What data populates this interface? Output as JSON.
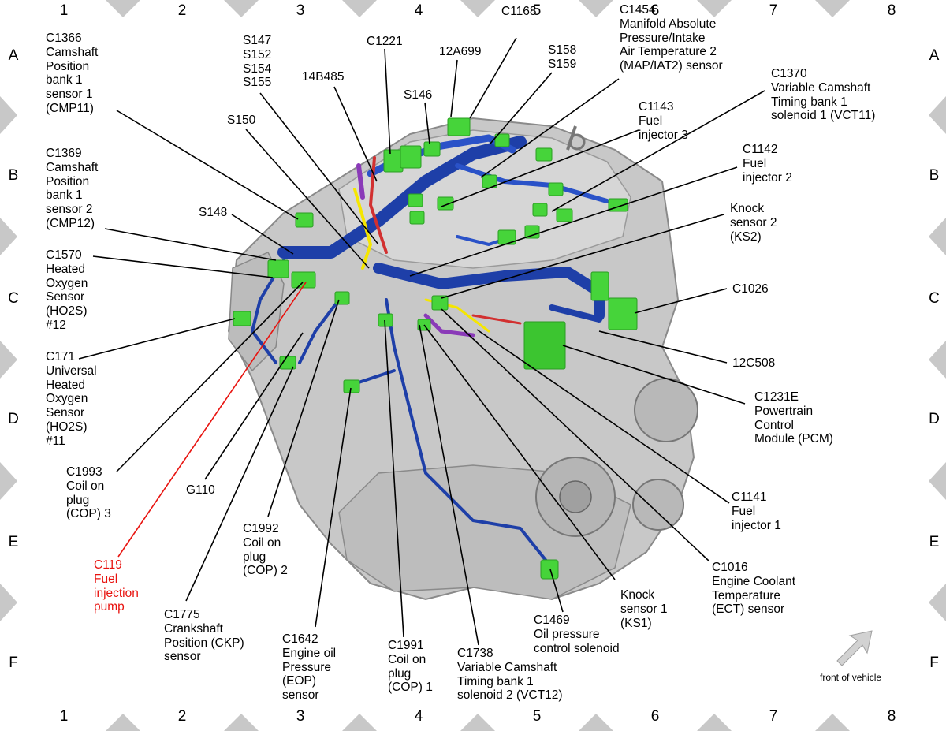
{
  "grid": {
    "columns": [
      "1",
      "2",
      "3",
      "4",
      "5",
      "6",
      "7",
      "8"
    ],
    "rows": [
      "A",
      "B",
      "C",
      "D",
      "E",
      "F"
    ]
  },
  "colors": {
    "harness": "#1e3fa8",
    "connector": "#46d43a",
    "engine": "#c9c9c9",
    "highlight": "#e8130f",
    "leader": "#000000",
    "border_marker": "#c8c8c8"
  },
  "callouts": [
    {
      "id": "c1366",
      "text": "C1366\nCamshaft\nPosition\nbank 1\nsensor 1\n(CMP11)"
    },
    {
      "id": "s147",
      "text": "S147\nS152\nS154\nS155"
    },
    {
      "id": "14b485",
      "text": "14B485"
    },
    {
      "id": "c1221",
      "text": "C1221"
    },
    {
      "id": "12a699",
      "text": "12A699"
    },
    {
      "id": "c1168",
      "text": "C1168"
    },
    {
      "id": "s158",
      "text": "S158\nS159"
    },
    {
      "id": "c1454",
      "text": "C1454\nManifold Absolute\nPressure/Intake\nAir Temperature 2\n(MAP/IAT2) sensor"
    },
    {
      "id": "c1370",
      "text": "C1370\nVariable Camshaft\nTiming bank 1\nsolenoid 1 (VCT11)"
    },
    {
      "id": "s146",
      "text": "S146"
    },
    {
      "id": "s150",
      "text": "S150"
    },
    {
      "id": "c1143",
      "text": "C1143\nFuel\ninjector 3"
    },
    {
      "id": "c1369",
      "text": "C1369\nCamshaft\nPosition\nbank 1\nsensor 2\n(CMP12)"
    },
    {
      "id": "c1142",
      "text": "C1142\nFuel\ninjector 2"
    },
    {
      "id": "s148",
      "text": "S148"
    },
    {
      "id": "ks2",
      "text": "Knock\nsensor 2\n(KS2)"
    },
    {
      "id": "c1570",
      "text": "C1570\nHeated\nOxygen\nSensor\n(HO2S)\n#12"
    },
    {
      "id": "c1026",
      "text": "C1026"
    },
    {
      "id": "c171",
      "text": "C171\nUniversal\nHeated\nOxygen\nSensor\n(HO2S)\n#11"
    },
    {
      "id": "12c508",
      "text": "12C508"
    },
    {
      "id": "c1231e",
      "text": "C1231E\nPowertrain\nControl\nModule (PCM)"
    },
    {
      "id": "c1993",
      "text": "C1993\nCoil on\nplug\n(COP) 3"
    },
    {
      "id": "g110",
      "text": "G110"
    },
    {
      "id": "c1141",
      "text": "C1141\nFuel\ninjector 1"
    },
    {
      "id": "c1992",
      "text": "C1992\nCoil on\nplug\n(COP) 2"
    },
    {
      "id": "c1016",
      "text": "C1016\nEngine Coolant\nTemperature\n(ECT) sensor"
    },
    {
      "id": "c119",
      "text": "C119\nFuel\ninjection\npump",
      "highlight": true
    },
    {
      "id": "ks1",
      "text": "Knock\nsensor 1\n(KS1)"
    },
    {
      "id": "c1775",
      "text": "C1775\nCrankshaft\nPosition (CKP)\nsensor"
    },
    {
      "id": "c1469",
      "text": "C1469\nOil pressure\ncontrol solenoid"
    },
    {
      "id": "c1642",
      "text": "C1642\nEngine oil\nPressure\n(EOP)\nsensor"
    },
    {
      "id": "c1991",
      "text": "C1991\nCoil on\nplug\n(COP) 1"
    },
    {
      "id": "c1738",
      "text": "C1738\nVariable Camshaft\nTiming bank 1\nsolenoid 2 (VCT12)"
    }
  ],
  "front_of_vehicle": {
    "label": "front of vehicle",
    "icon": "arrow-up-right-icon"
  }
}
